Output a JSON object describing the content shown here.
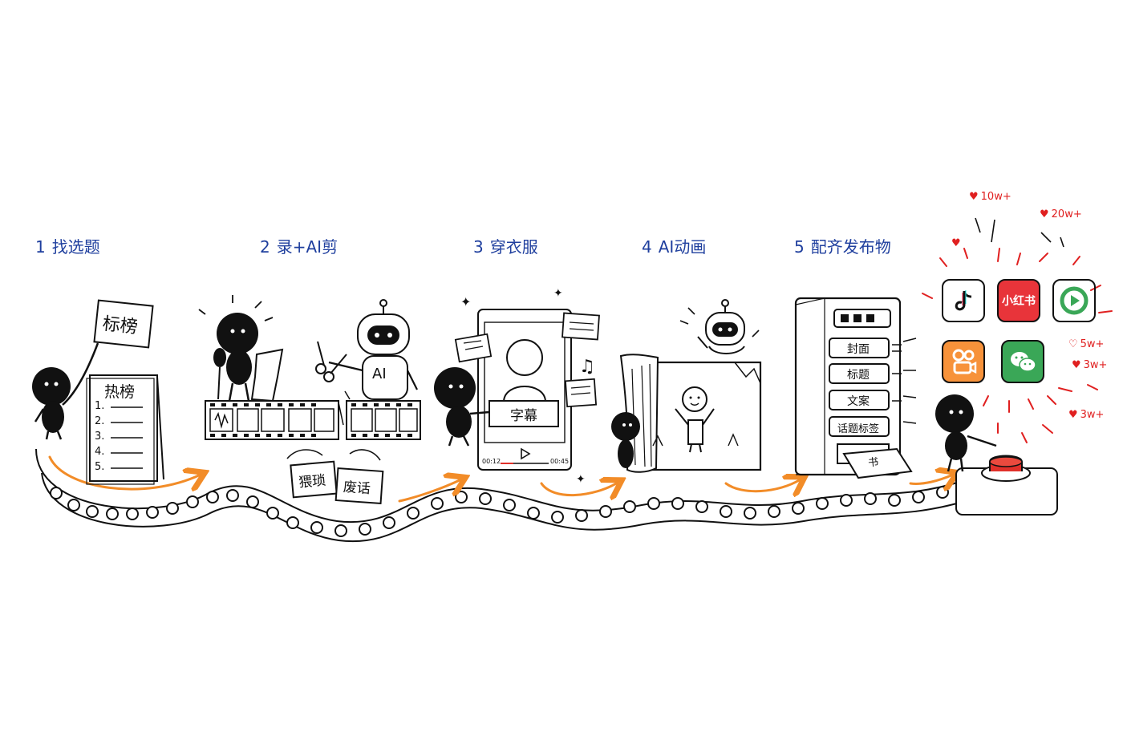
{
  "steps": [
    {
      "num": "1",
      "label": "找选题"
    },
    {
      "num": "2",
      "label": "录+AI剪"
    },
    {
      "num": "3",
      "label": "穿衣服"
    },
    {
      "num": "4",
      "label": "AI动画"
    },
    {
      "num": "5",
      "label": "配齐发布物"
    }
  ],
  "step1": {
    "sign": "标榜",
    "board_title": "热榜",
    "list": [
      "1.",
      "2.",
      "3.",
      "4.",
      "5."
    ]
  },
  "step2": {
    "robot_chest": "AI",
    "scraps": [
      "猥琐",
      "废话"
    ]
  },
  "step3": {
    "subtitle_card": "字幕",
    "time_start": "00:12",
    "time_end": "00:45"
  },
  "step5": {
    "slots": [
      "封面",
      "标题",
      "文案",
      "话题标签"
    ],
    "tray": "书"
  },
  "apps": [
    {
      "name": "douyin-icon",
      "text": "",
      "bg": "#ffffff"
    },
    {
      "name": "xiaohongshu-icon",
      "text": "小红书",
      "bg": "#e8343a"
    },
    {
      "name": "video-channel-icon",
      "text": "",
      "bg": "#ffffff"
    },
    {
      "name": "kuaishou-icon",
      "text": "",
      "bg": "#f7923a"
    },
    {
      "name": "wechat-icon",
      "text": "",
      "bg": "#3aa757"
    }
  ],
  "stats": [
    "10w+",
    "20w+",
    "5w+",
    "3w+",
    "3w+"
  ],
  "colors": {
    "ink": "#111111",
    "label_blue": "#1f3f9e",
    "arrow_orange": "#f28c28",
    "stat_red": "#e02020",
    "button_red": "#e0302a"
  }
}
